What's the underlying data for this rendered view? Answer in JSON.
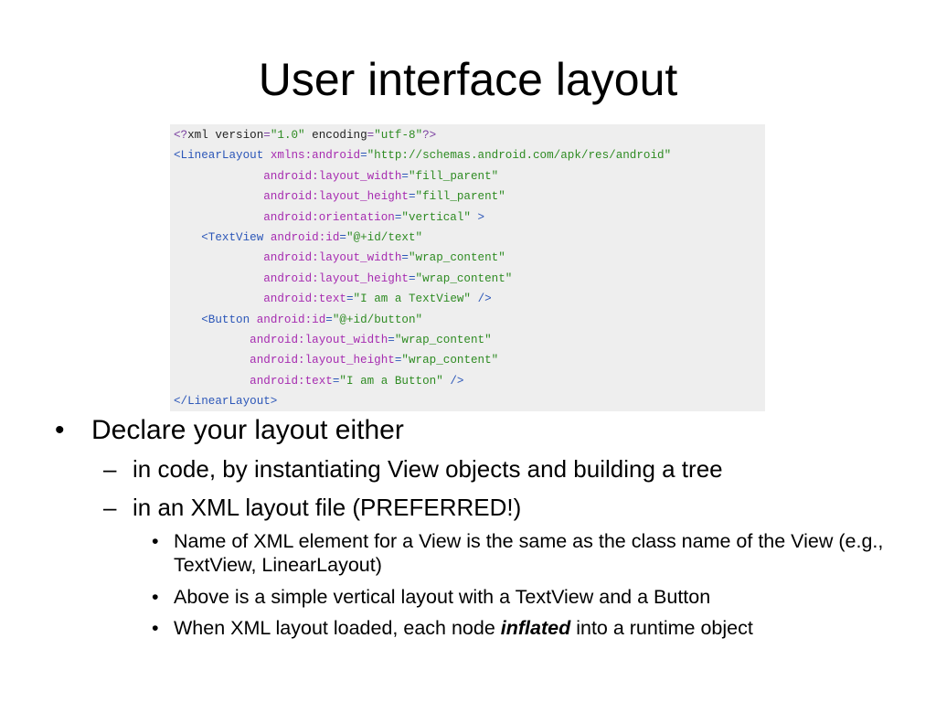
{
  "slide": {
    "title": "User interface layout"
  },
  "code": {
    "lines": [
      [
        {
          "t": "pi",
          "v": "<?"
        },
        {
          "t": "plain",
          "v": "xml version"
        },
        {
          "t": "pi",
          "v": "="
        },
        {
          "t": "str",
          "v": "\"1.0\""
        },
        {
          "t": "plain",
          "v": " encoding"
        },
        {
          "t": "pi",
          "v": "="
        },
        {
          "t": "str",
          "v": "\"utf-8\""
        },
        {
          "t": "pi",
          "v": "?>"
        }
      ],
      [
        {
          "t": "tag",
          "v": "<LinearLayout"
        },
        {
          "t": "plain",
          "v": " "
        },
        {
          "t": "attr",
          "v": "xmlns:android"
        },
        {
          "t": "tag",
          "v": "="
        },
        {
          "t": "str",
          "v": "\"http://schemas.android.com/apk/res/android\""
        }
      ],
      [
        {
          "t": "plain",
          "v": "             "
        },
        {
          "t": "attr",
          "v": "android:layout_width"
        },
        {
          "t": "tag",
          "v": "="
        },
        {
          "t": "str",
          "v": "\"fill_parent\""
        }
      ],
      [
        {
          "t": "plain",
          "v": "             "
        },
        {
          "t": "attr",
          "v": "android:layout_height"
        },
        {
          "t": "tag",
          "v": "="
        },
        {
          "t": "str",
          "v": "\"fill_parent\""
        }
      ],
      [
        {
          "t": "plain",
          "v": "             "
        },
        {
          "t": "attr",
          "v": "android:orientation"
        },
        {
          "t": "tag",
          "v": "="
        },
        {
          "t": "str",
          "v": "\"vertical\""
        },
        {
          "t": "plain",
          "v": " "
        },
        {
          "t": "tag",
          "v": ">"
        }
      ],
      [
        {
          "t": "plain",
          "v": "    "
        },
        {
          "t": "tag",
          "v": "<TextView"
        },
        {
          "t": "plain",
          "v": " "
        },
        {
          "t": "attr",
          "v": "android:id"
        },
        {
          "t": "tag",
          "v": "="
        },
        {
          "t": "str",
          "v": "\"@+id/text\""
        }
      ],
      [
        {
          "t": "plain",
          "v": "             "
        },
        {
          "t": "attr",
          "v": "android:layout_width"
        },
        {
          "t": "tag",
          "v": "="
        },
        {
          "t": "str",
          "v": "\"wrap_content\""
        }
      ],
      [
        {
          "t": "plain",
          "v": "             "
        },
        {
          "t": "attr",
          "v": "android:layout_height"
        },
        {
          "t": "tag",
          "v": "="
        },
        {
          "t": "str",
          "v": "\"wrap_content\""
        }
      ],
      [
        {
          "t": "plain",
          "v": "             "
        },
        {
          "t": "attr",
          "v": "android:text"
        },
        {
          "t": "tag",
          "v": "="
        },
        {
          "t": "str",
          "v": "\"I am a TextView\""
        },
        {
          "t": "plain",
          "v": " "
        },
        {
          "t": "tag",
          "v": "/>"
        }
      ],
      [
        {
          "t": "plain",
          "v": "    "
        },
        {
          "t": "tag",
          "v": "<Button"
        },
        {
          "t": "plain",
          "v": " "
        },
        {
          "t": "attr",
          "v": "android:id"
        },
        {
          "t": "tag",
          "v": "="
        },
        {
          "t": "str",
          "v": "\"@+id/button\""
        }
      ],
      [
        {
          "t": "plain",
          "v": "           "
        },
        {
          "t": "attr",
          "v": "android:layout_width"
        },
        {
          "t": "tag",
          "v": "="
        },
        {
          "t": "str",
          "v": "\"wrap_content\""
        }
      ],
      [
        {
          "t": "plain",
          "v": "           "
        },
        {
          "t": "attr",
          "v": "android:layout_height"
        },
        {
          "t": "tag",
          "v": "="
        },
        {
          "t": "str",
          "v": "\"wrap_content\""
        }
      ],
      [
        {
          "t": "plain",
          "v": "           "
        },
        {
          "t": "attr",
          "v": "android:text"
        },
        {
          "t": "tag",
          "v": "="
        },
        {
          "t": "str",
          "v": "\"I am a Button\""
        },
        {
          "t": "plain",
          "v": " "
        },
        {
          "t": "tag",
          "v": "/>"
        }
      ],
      [
        {
          "t": "tag",
          "v": "</LinearLayout>"
        }
      ]
    ]
  },
  "bullets": {
    "level1_mark": "•",
    "level2_mark": "–",
    "level3_mark": "•",
    "l1": "Declare your layout either",
    "l2a": "in code, by instantiating View objects and building a tree",
    "l2b": "in an XML layout file (PREFERRED!)",
    "l3a": "Name of XML element for a View is the same as the class name of the View (e.g., TextView, LinearLayout)",
    "l3b": "Above is a simple vertical layout with a TextView and a Button",
    "l3c_before": "When XML layout loaded, each node ",
    "l3c_em": "inflated",
    "l3c_after": " into a runtime object"
  },
  "colors": {
    "tag": "#2b56b8",
    "attr": "#a62bb0",
    "string": "#2e8b22",
    "code_bg": "#eeeeee"
  }
}
